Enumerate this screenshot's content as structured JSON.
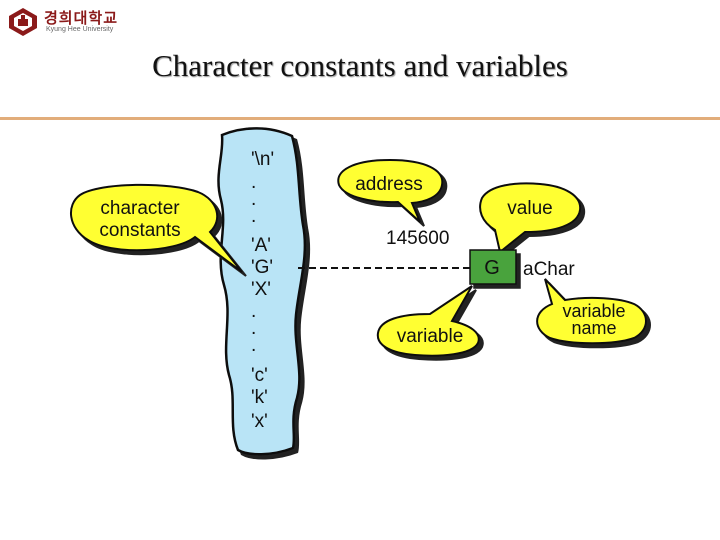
{
  "header": {
    "university_name": "경희대학교",
    "university_subtitle": "Kyung Hee University",
    "title": "Character constants and variables"
  },
  "diagram": {
    "column_items": [
      "'\\n'",
      ".",
      ".",
      ".",
      "'A'",
      "'G'",
      "'X'",
      ".",
      ".",
      ".",
      "'c'",
      "'k'",
      "'x'"
    ],
    "callouts": {
      "character_constants": [
        "character",
        "constants"
      ],
      "address": "address",
      "value": "value",
      "variable": "variable",
      "variable_name": [
        "variable",
        "name"
      ]
    },
    "address_value": "145600",
    "cell_value": "G",
    "variable_name": "aChar"
  },
  "colors": {
    "callout_fill": "#ffff33",
    "column_fill": "#b9e4f6",
    "cell_fill": "#4aa33e",
    "rule": "#e2ad7a",
    "logo": "#8b1a1a"
  }
}
